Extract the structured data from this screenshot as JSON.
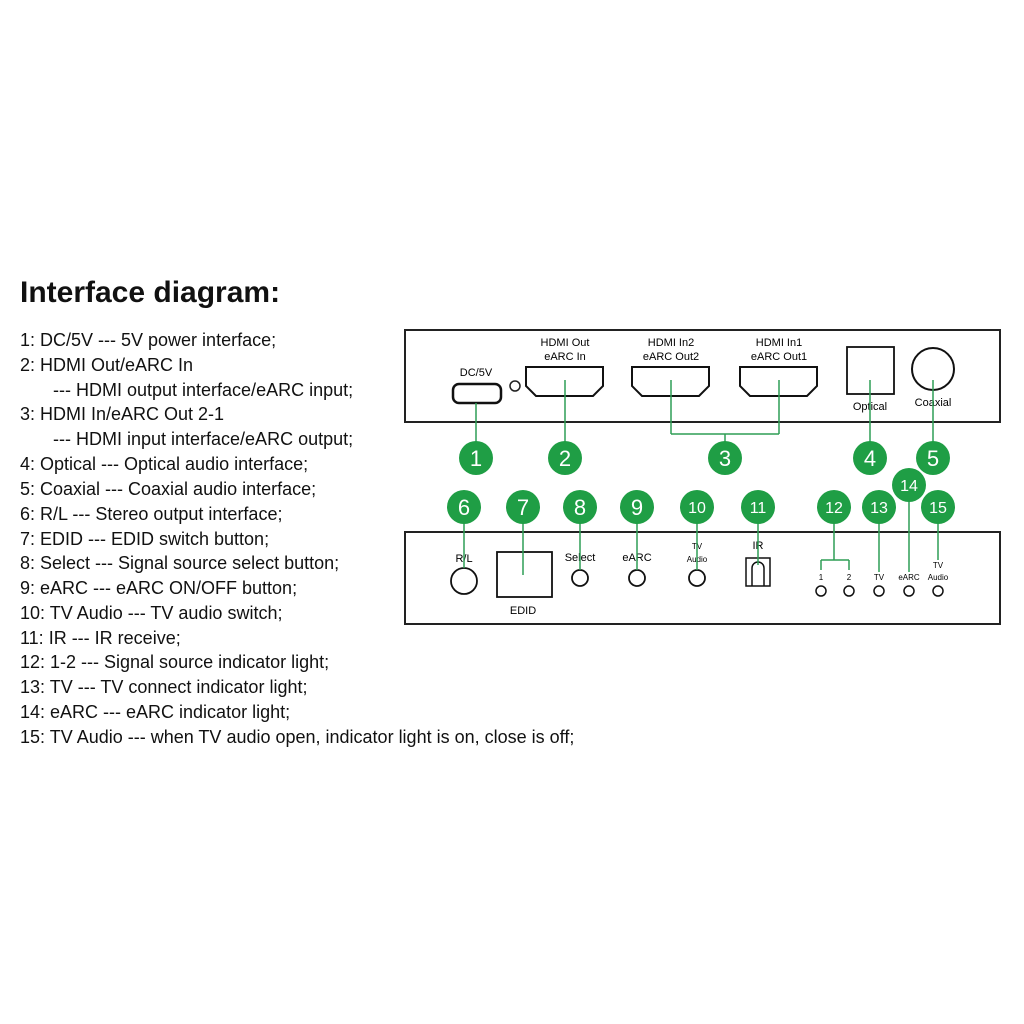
{
  "title": "Interface diagram:",
  "legend": [
    "1:  DC/5V --- 5V power interface;",
    "2:  HDMI Out/eARC In",
    "--- HDMI output interface/eARC input;",
    "3:  HDMI In/eARC Out 2-1",
    "--- HDMI input interface/eARC output;",
    "4:  Optical --- Optical audio interface;",
    "5:  Coaxial --- Coaxial audio interface;",
    "6:  R/L --- Stereo output interface;",
    "7:  EDID --- EDID switch button;",
    "8:  Select --- Signal source select button;",
    "9:  eARC --- eARC ON/OFF button;",
    "10:  TV Audio --- TV audio switch;",
    "11:  IR --- IR receive;",
    "12:  1-2 --- Signal source indicator light;",
    "13:  TV --- TV connect indicator light;",
    "14:  eARC --- eARC indicator light;",
    "15:  TV Audio --- when TV audio open, indicator light is on, close is off;"
  ],
  "rear_panel": {
    "dc_label": "DC/5V",
    "hdmi_out_line1": "HDMI Out",
    "hdmi_out_line2": "eARC In",
    "hdmi_in2_line1": "HDMI In2",
    "hdmi_in2_line2": "eARC Out2",
    "hdmi_in1_line1": "HDMI In1",
    "hdmi_in1_line2": "eARC Out1",
    "optical_label": "Optical",
    "coaxial_label": "Coaxial"
  },
  "front_panel": {
    "rl_label": "R/L",
    "edid_label": "EDID",
    "select_label": "Select",
    "earc_label": "eARC",
    "tv_audio_line1": "TV",
    "tv_audio_line2": "Audio",
    "ir_label": "IR",
    "led1_label": "1",
    "led2_label": "2",
    "tv_led_label": "TV",
    "earc_led_label": "eARC",
    "tvaudio_led_line1": "TV",
    "tvaudio_led_line2": "Audio"
  },
  "badges": [
    "1",
    "2",
    "3",
    "4",
    "5",
    "6",
    "7",
    "8",
    "9",
    "10",
    "11",
    "12",
    "13",
    "14",
    "15"
  ],
  "colors": {
    "badge": "#1f9e45",
    "connector_line": "#2e9e55",
    "outline": "#222222"
  }
}
